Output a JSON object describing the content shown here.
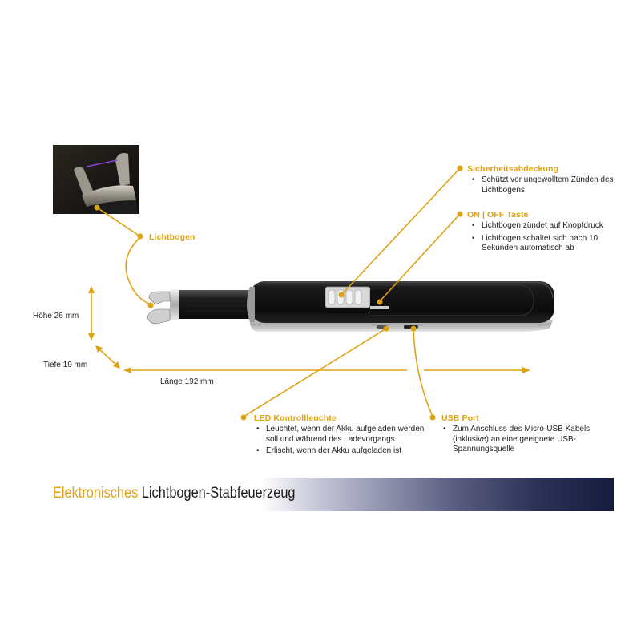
{
  "colors": {
    "accent": "#e0a113",
    "text": "#222222",
    "banner_dark": "#161c3e"
  },
  "callouts": {
    "safety_cover": {
      "title": "Sicherheitsabdeckung",
      "bullets": [
        "Schützt vor ungewolltem Zünden des Lichtbogens"
      ]
    },
    "on_off": {
      "title": "ON | OFF Taste",
      "bullets": [
        "Lichtbogen zündet auf Knopfdruck",
        "Lichtbogen schaltet sich nach 10 Sekunden automatisch ab"
      ]
    },
    "arc": {
      "title": "Lichtbogen"
    },
    "led": {
      "title": "LED Kontrollleuchte",
      "bullets": [
        "Leuchtet, wenn der Akku aufgeladen werden soll und während des Ladevorgangs",
        "Erlischt, wenn der Akku aufgeladen ist"
      ]
    },
    "usb": {
      "title": "USB Port",
      "bullets": [
        "Zum Anschluss des Micro-USB Kabels (inklusive) an eine geeignete USB-Spannungsquelle"
      ]
    }
  },
  "dimensions": {
    "height": "Höhe 26 mm",
    "depth": "Tiefe 19 mm",
    "length": "Länge 192 mm"
  },
  "banner": {
    "accent": "Elektronisches",
    "main": "Lichtbogen-Stabfeuerzeug"
  },
  "images": {
    "inset": "arc-closeup-photo",
    "product": "lighter-product-photo"
  }
}
